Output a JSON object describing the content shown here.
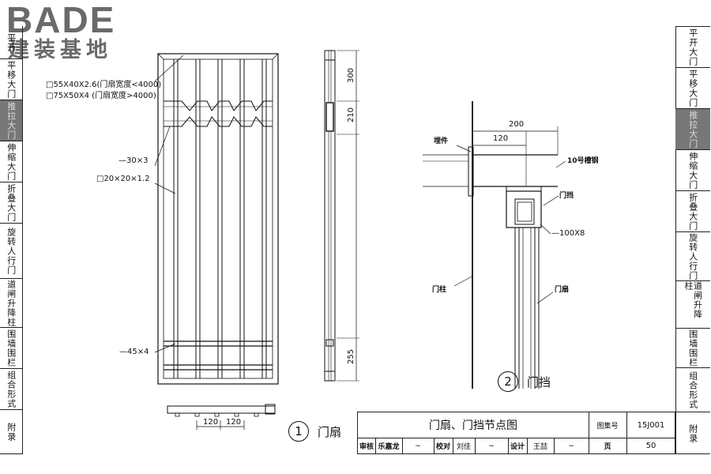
{
  "logo": {
    "brand": "BADE",
    "tagline": "建装基地"
  },
  "right_tabs": [
    {
      "label": "平开大门",
      "active": false
    },
    {
      "label": "平移大门",
      "active": false
    },
    {
      "label": "推拉大门",
      "active": true
    },
    {
      "label": "伸缩大门",
      "active": false
    },
    {
      "label": "折叠大门",
      "active": false
    },
    {
      "label": "旋转人行门",
      "active": false
    },
    {
      "label": "道闸升降柱",
      "active": false
    },
    {
      "label": "围墙围栏",
      "active": false
    },
    {
      "label": "组合形式",
      "active": false
    },
    {
      "label": "附录",
      "active": false
    }
  ],
  "left_tabs": [
    {
      "label": "平开",
      "active": false
    },
    {
      "label": "平移大门",
      "active": false
    },
    {
      "label": "推拉大门",
      "active": true
    },
    {
      "label": "伸缩大门",
      "active": false
    },
    {
      "label": "折叠大门",
      "active": false
    },
    {
      "label": "旋转人行门",
      "active": false
    },
    {
      "label": "道闸升降柱",
      "active": false
    },
    {
      "label": "围墙围栏",
      "active": false
    },
    {
      "label": "组合形式",
      "active": false
    },
    {
      "label": "附录",
      "active": false
    }
  ],
  "detail1": {
    "num": "1",
    "caption": "门扇",
    "labels": {
      "frame_a": "□55X40X2.6(门扇宽度<4000)",
      "frame_b": "□75X50X4 (门扇宽度>4000)",
      "flat1": "—30×3",
      "bar": "□20×20×1.2",
      "flat2": "—45×4"
    },
    "dims": {
      "d300": "300",
      "d210": "210",
      "d255": "255",
      "w120a": "120",
      "w120b": "120"
    }
  },
  "detail2": {
    "num": "2",
    "caption": "门挡",
    "labels": {
      "embed": "埋件",
      "channel": "10号槽钢",
      "stop": "门挡",
      "plate": "—100X8",
      "post": "门柱",
      "leaf": "门扇"
    },
    "dims": {
      "d200": "200",
      "d120": "120"
    }
  },
  "title_block": {
    "title": "门扇、门挡节点图",
    "atlas_label": "图集号",
    "atlas_no": "15J001",
    "review_label": "审核",
    "reviewer": "乐嘉龙",
    "check_label": "校对",
    "checker": "刘佳",
    "design_label": "设计",
    "designer": "王喆",
    "page_label": "页",
    "page_no": "50"
  }
}
